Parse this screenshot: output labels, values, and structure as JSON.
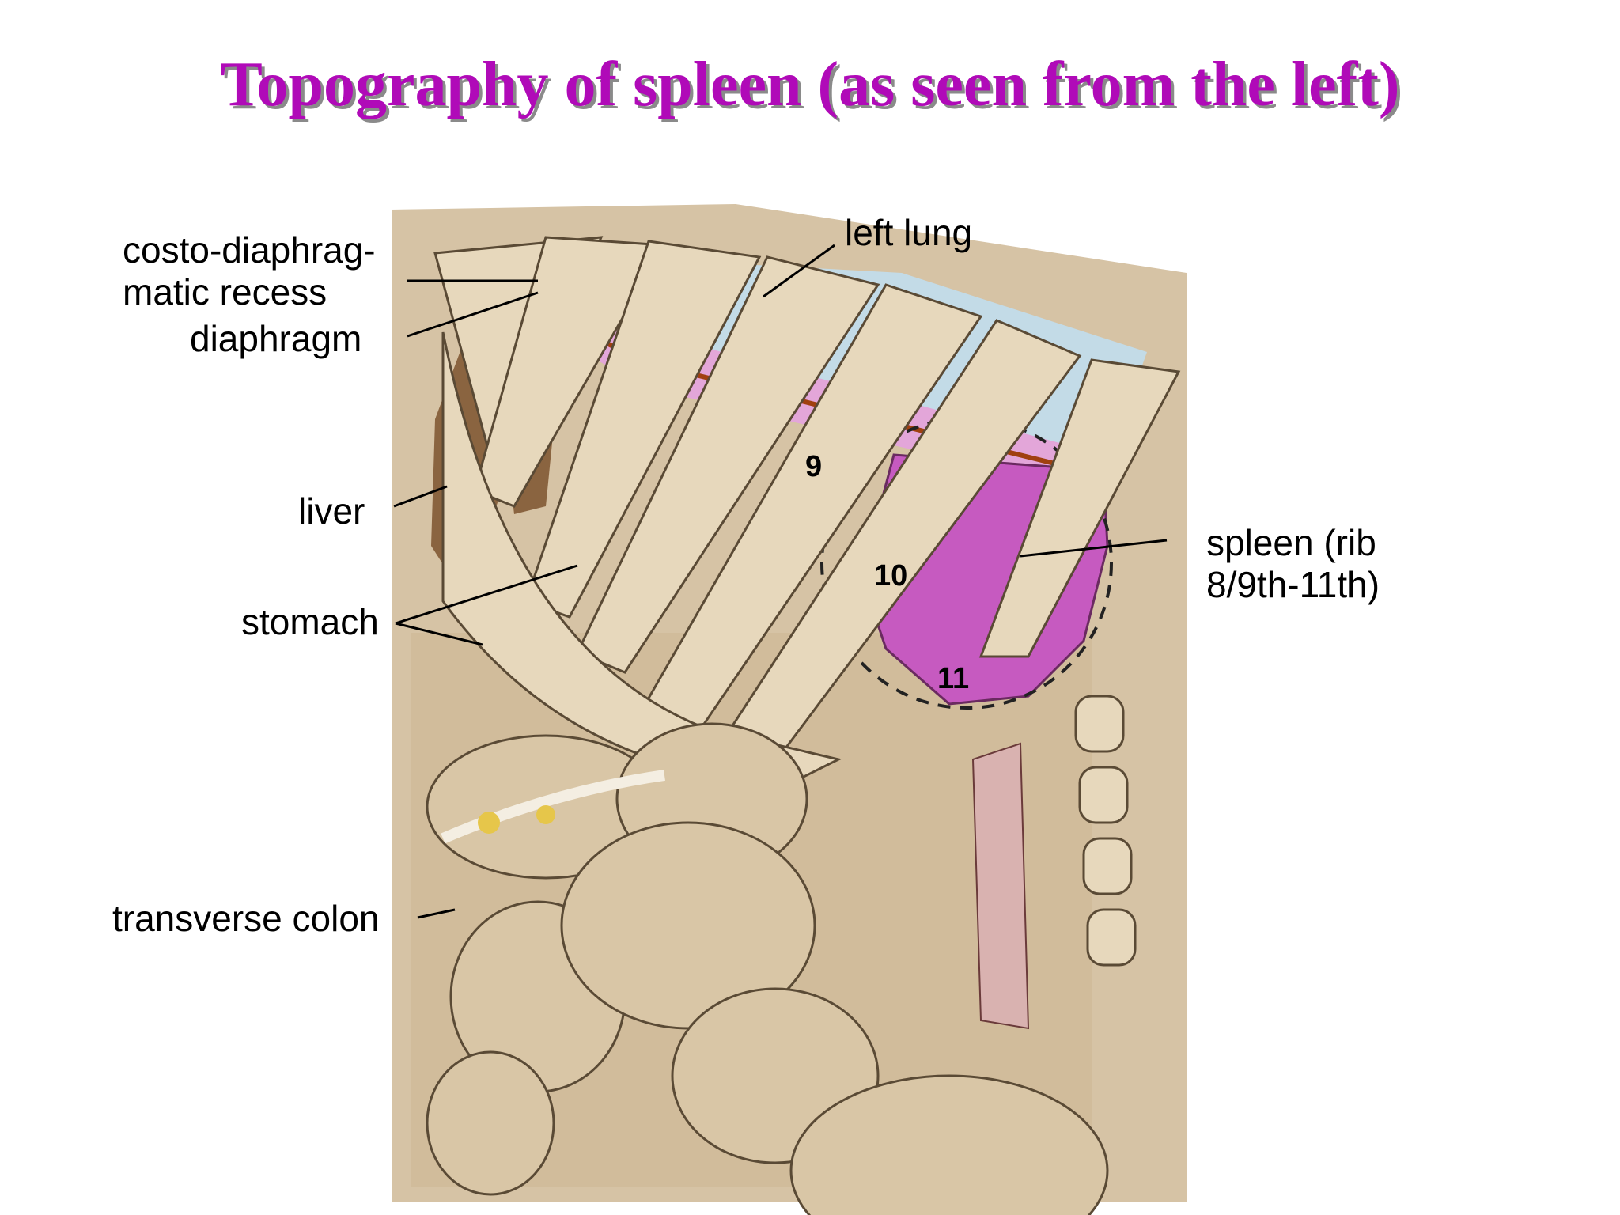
{
  "title": "Topography of spleen (as seen from the left)",
  "labels": {
    "costo_1": "costo-diaphrag-",
    "costo_2": "matic recess",
    "diaphragm": "diaphragm",
    "left_lung": "left lung",
    "liver": "liver",
    "stomach": "stomach",
    "transverse_colon": "transverse colon",
    "spleen_1": "spleen (rib",
    "spleen_2": "8/9th-11th)"
  },
  "rib_numbers": {
    "r9": "9",
    "r10": "10",
    "r11": "11"
  },
  "colors": {
    "title": "#b00ab8",
    "rib": "#e7d8bc",
    "lung": "#c3dbe7",
    "recess": "#e3a6d9",
    "spleen": "#c65ac0",
    "liver": "#8a6440",
    "background": "#d6c3a5"
  }
}
